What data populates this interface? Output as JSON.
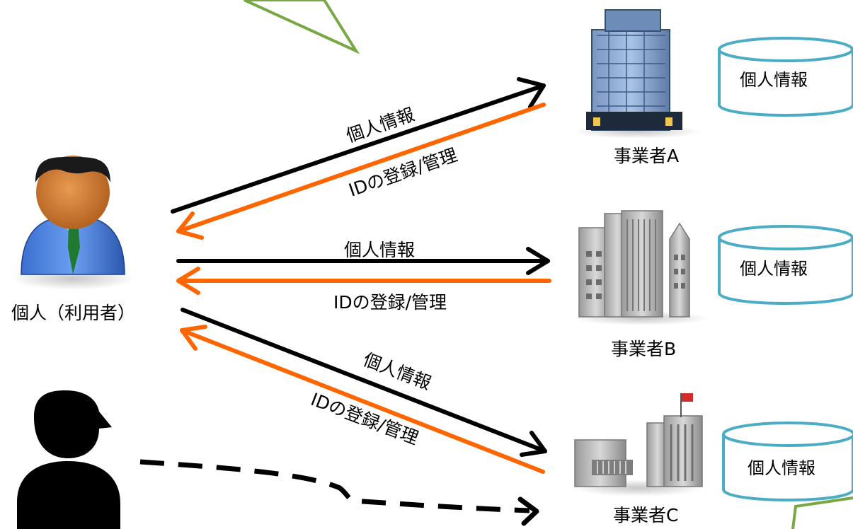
{
  "user": {
    "label": "個人（利用者）"
  },
  "businesses": [
    {
      "label": "事業者A",
      "database_label": "個人情報"
    },
    {
      "label": "事業者B",
      "database_label": "個人情報"
    },
    {
      "label": "事業者C",
      "database_label": "個人情報"
    }
  ],
  "flows": {
    "to_a": {
      "send_label": "個人情報",
      "return_label": "IDの登録/管理"
    },
    "to_b": {
      "send_label": "個人情報",
      "return_label": "IDの登録/管理"
    },
    "to_c": {
      "send_label": "個人情報",
      "return_label": "IDの登録/管理"
    }
  },
  "colors": {
    "send_arrow": "#000000",
    "return_arrow": "#ff6600",
    "database_outline": "#4bacc6",
    "callout_outline": "#77a843"
  },
  "icons": {
    "user": "business-person-icon",
    "attacker": "silhouette-person-icon",
    "business_a": "office-tower-icon",
    "business_b": "city-buildings-icon",
    "business_c": "school-building-icon"
  }
}
